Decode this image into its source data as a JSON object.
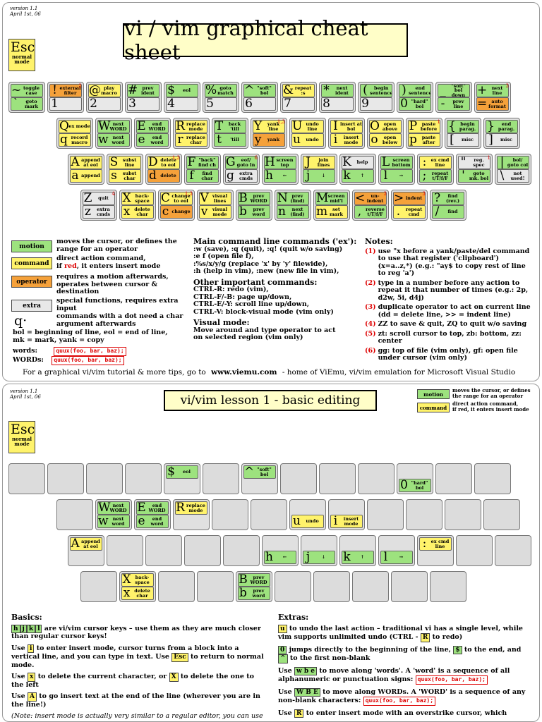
{
  "p1": {
    "version": "version 1.1",
    "date": "April 1st, 06",
    "title": "vi / vim graphical cheat sheet",
    "esc": {
      "char": "Esc",
      "label": "normal mode"
    },
    "number_row": [
      {
        "tc": "~",
        "tl": "toggle case",
        "tcol": "g",
        "bc": "`",
        "bl": "goto mark",
        "bcol": "g"
      },
      {
        "tc": "!",
        "tl": "external filter",
        "tcol": "o",
        "bc": "1",
        "bl": "",
        "bcol": "x",
        "sup": "2"
      },
      {
        "tc": "@",
        "tl": "play macro",
        "tcol": "y",
        "bc": "2",
        "bl": "",
        "bcol": "x"
      },
      {
        "tc": "#",
        "tl": "prev ident",
        "tcol": "g",
        "bc": "3",
        "bl": "",
        "bcol": "x"
      },
      {
        "tc": "$",
        "tl": "eol",
        "tcol": "g",
        "bc": "4",
        "bl": "",
        "bcol": "x"
      },
      {
        "tc": "%",
        "tl": "goto match",
        "tcol": "g",
        "bc": "5",
        "bl": "",
        "bcol": "x"
      },
      {
        "tc": "^",
        "tl": "\"soft\" bol",
        "tcol": "g",
        "bc": "6",
        "bl": "",
        "bcol": "x"
      },
      {
        "tc": "&",
        "tl": "repeat :s",
        "tcol": "y",
        "bc": "7",
        "bl": "",
        "bcol": "x"
      },
      {
        "tc": "*",
        "tl": "next ident",
        "tcol": "g",
        "bc": "8",
        "bl": "",
        "bcol": "x"
      },
      {
        "tc": "(",
        "tl": "begin sentence",
        "tcol": "g",
        "bc": "9",
        "bl": "",
        "bcol": "x"
      },
      {
        "tc": ")",
        "tl": "end sentence",
        "tcol": "g",
        "bc": "0",
        "bl": "\"hard\" bol",
        "bcol": "g"
      },
      {
        "tc": "_",
        "tl": "\"soft\" bol down",
        "tcol": "g",
        "bc": "-",
        "bl": "prev line",
        "bcol": "g"
      },
      {
        "tc": "+",
        "tl": "next line",
        "tcol": "g",
        "bc": "=",
        "bl": "auto format",
        "bcol": "o",
        "sup": "3"
      }
    ],
    "qwerty_row": [
      {
        "tc": "Q",
        "tl": "ex mode",
        "tcol": "y",
        "bc": "q",
        "bl": "record macro",
        "bcol": "y"
      },
      {
        "tc": "W",
        "tl": "next WORD",
        "tcol": "g",
        "bc": "w",
        "bl": "next word",
        "bcol": "g"
      },
      {
        "tc": "E",
        "tl": "end WORD",
        "tcol": "g",
        "bc": "e",
        "bl": "end word",
        "bcol": "g"
      },
      {
        "tc": "R",
        "tl": "replace mode",
        "tcol": "y",
        "bc": "r",
        "bl": "replace char",
        "bcol": "y"
      },
      {
        "tc": "T",
        "tl": "back 'till",
        "tcol": "g",
        "bc": "t",
        "bl": "'till",
        "bcol": "g"
      },
      {
        "tc": "Y",
        "tl": "yank line",
        "tcol": "y",
        "bc": "y",
        "bl": "yank",
        "bcol": "o",
        "sup": "1,3"
      },
      {
        "tc": "U",
        "tl": "undo line",
        "tcol": "y",
        "bc": "u",
        "bl": "undo",
        "bcol": "y"
      },
      {
        "tc": "I",
        "tl": "insert at bol",
        "tcol": "y",
        "bc": "i",
        "bl": "insert mode",
        "bcol": "y"
      },
      {
        "tc": "O",
        "tl": "open above",
        "tcol": "y",
        "bc": "o",
        "bl": "open below",
        "bcol": "y"
      },
      {
        "tc": "P",
        "tl": "paste before",
        "tcol": "y",
        "bc": "p",
        "bl": "paste after",
        "bcol": "y",
        "sup": "1"
      },
      {
        "tc": "{",
        "tl": "begin parag.",
        "tcol": "g",
        "bc": "[",
        "bl": "misc",
        "bcol": "x"
      },
      {
        "tc": "}",
        "tl": "end parag.",
        "tcol": "g",
        "bc": "]",
        "bl": "misc",
        "bcol": "x"
      }
    ],
    "home_row": [
      {
        "tc": "A",
        "tl": "append at eol",
        "tcol": "y",
        "bc": "a",
        "bl": "append",
        "bcol": "y"
      },
      {
        "tc": "S",
        "tl": "subst line",
        "tcol": "y",
        "bc": "s",
        "bl": "subst char",
        "bcol": "y"
      },
      {
        "tc": "D",
        "tl": "delete to eol",
        "tcol": "y",
        "bc": "d",
        "bl": "delete",
        "bcol": "o",
        "sup": "1,3"
      },
      {
        "tc": "F",
        "tl": "\"back\" find ch",
        "tcol": "g",
        "bc": "f",
        "bl": "find char",
        "bcol": "g"
      },
      {
        "tc": "G",
        "tl": "eof/ goto ln",
        "tcol": "g",
        "bc": "g",
        "bl": "extra cmds",
        "bcol": "x",
        "sup": "6"
      },
      {
        "tc": "H",
        "tl": "screen top",
        "tcol": "g",
        "bc": "h",
        "bl": "←",
        "bcol": "g"
      },
      {
        "tc": "J",
        "tl": "join lines",
        "tcol": "y",
        "bc": "j",
        "bl": "↓",
        "bcol": "g"
      },
      {
        "tc": "K",
        "tl": "help",
        "tcol": "x",
        "bc": "k",
        "bl": "↑",
        "bcol": "g"
      },
      {
        "tc": "L",
        "tl": "screen bottom",
        "tcol": "g",
        "bc": "l",
        "bl": "→",
        "bcol": "g"
      },
      {
        "tc": ":",
        "tl": "ex cmd line",
        "tcol": "y",
        "bc": ";",
        "bl": "repeat t/T/f/F",
        "bcol": "g"
      },
      {
        "tc": "\"",
        "tl": "reg. spec",
        "tcol": "x",
        "bc": "'",
        "bl": "goto mk. bol",
        "bcol": "g",
        "sup": "1"
      },
      {
        "tc": "|",
        "tl": "bol/ goto col",
        "tcol": "g",
        "bc": "\\",
        "bl": "not used!",
        "bcol": "x"
      }
    ],
    "bottom_row": [
      {
        "tc": "Z",
        "tl": "quit",
        "tcol": "x",
        "bc": "z",
        "bl": "extra cmds",
        "bcol": "x",
        "sup": "4"
      },
      {
        "tc": "X",
        "tl": "back- space",
        "tcol": "y",
        "bc": "x",
        "bl": "delete char",
        "bcol": "y"
      },
      {
        "tc": "C",
        "tl": "change to eol",
        "tcol": "y",
        "bc": "c",
        "bl": "change",
        "bcol": "o",
        "sup": "1,3"
      },
      {
        "tc": "V",
        "tl": "visual lines",
        "tcol": "y",
        "bc": "v",
        "bl": "visual mode",
        "bcol": "y"
      },
      {
        "tc": "B",
        "tl": "prev WORD",
        "tcol": "g",
        "bc": "b",
        "bl": "prev word",
        "bcol": "g"
      },
      {
        "tc": "N",
        "tl": "prev (find)",
        "tcol": "g",
        "bc": "n",
        "bl": "next (find)",
        "bcol": "g"
      },
      {
        "tc": "M",
        "tl": "screen mid'l",
        "tcol": "g",
        "bc": "m",
        "bl": "set mark",
        "bcol": "y"
      },
      {
        "tc": "<",
        "tl": "un- indent",
        "tcol": "o",
        "bc": ",",
        "bl": "reverse t/T/f/F",
        "bcol": "g",
        "sup": "3"
      },
      {
        "tc": ">",
        "tl": "indent",
        "tcol": "o",
        "bc": ".",
        "bl": "repeat cmd",
        "bcol": "y",
        "sup": "3"
      },
      {
        "tc": "?",
        "tl": "find (rev.)",
        "tcol": "g",
        "bc": "/",
        "bl": "find",
        "bcol": "g"
      }
    ],
    "legend": {
      "motion": "motion",
      "motion_desc": "moves the cursor, or defines the range for an operator",
      "command": "command",
      "command_desc1": "direct action command,",
      "command_desc2_a": "if ",
      "command_desc2_red": "red",
      "command_desc2_b": ", it enters insert mode",
      "operator": "operator",
      "operator_desc": "requires a motion afterwards, operates between cursor & destination",
      "extra": "extra",
      "extra_desc": "special functions, requires extra input",
      "dot_char": "q·",
      "dot_desc": "commands with a dot need a char argument afterwards",
      "bol": "bol = beginning of line, eol = end of line,",
      "mk": "mk = mark, yank = copy",
      "words_label": "words:",
      "words_example": "quux(foo, bar, baz);",
      "WORDs_label": "WORDs:",
      "WORDs_example": "quux(foo, bar, baz);"
    },
    "main_cmds": {
      "title": "Main command line commands ('ex'):",
      "lines": [
        ":w (save), :q (quit), :q! (quit w/o saving)",
        ":e f (open file f),",
        ":%s/x/y/g (replace 'x' by 'y' filewide),",
        ":h (help in vim), :new (new file in vim),"
      ],
      "other_title": "Other important commands:",
      "other_lines": [
        "CTRL-R: redo (vim),",
        "CTRL-F/-B: page up/down,",
        "CTRL-E/-Y: scroll line up/down,",
        "CTRL-V: block-visual mode (vim only)"
      ],
      "visual_title": "Visual mode:",
      "visual_lines": [
        "Move around and type operator to act",
        "on selected region (vim only)"
      ]
    },
    "notes": {
      "title": "Notes:",
      "items": [
        {
          "n": "(1)",
          "t": "use \"x before a yank/paste/del command to use that register ('clipboard') (x=a..z,*) (e.g.: \"ay$ to copy rest of line to reg 'a')"
        },
        {
          "n": "(2)",
          "t": "type in a number before any action to repeat it that number of times (e.g.: 2p, d2w, 5i, d4j)"
        },
        {
          "n": "(3)",
          "t": "duplicate operator to act on current line (dd = delete line, >> = indent line)"
        },
        {
          "n": "(4)",
          "t": "ZZ to save & quit, ZQ to quit w/o saving"
        },
        {
          "n": "(5)",
          "t": "zt: scroll cursor to top, zb: bottom, zz: center"
        },
        {
          "n": "(6)",
          "t": "gg: top of file (vim only), gf: open file under cursor (vim only)"
        }
      ]
    },
    "footer_a": "For a graphical vi/vim tutorial & more tips, go to",
    "footer_url": "www.viemu.com",
    "footer_b": "- home of ViEmu, vi/vim emulation for Microsoft Visual Studio"
  },
  "p2": {
    "version": "version 1.1",
    "date": "April 1st, 06",
    "title": "vi/vim lesson 1 - basic editing",
    "legend_motion": "motion",
    "legend_motion_desc": "moves the cursor, or defines the range for an operator",
    "legend_command": "command",
    "legend_command_desc1": "direct action command,",
    "legend_command_desc2": "if red, it enters insert mode",
    "esc": {
      "char": "Esc",
      "label": "normal mode"
    },
    "keys": {
      "dollar": {
        "c": "$",
        "l": "eol"
      },
      "caret": {
        "c": "^",
        "l": "\"soft\" bol"
      },
      "zero": {
        "c": "0",
        "l": "\"hard\" bol"
      },
      "W": {
        "c": "W",
        "l": "next WORD"
      },
      "w": {
        "c": "w",
        "l": "next word"
      },
      "E": {
        "c": "E",
        "l": "end WORD"
      },
      "e": {
        "c": "e",
        "l": "end word"
      },
      "R": {
        "c": "R",
        "l": "replace mode"
      },
      "u": {
        "c": "u",
        "l": "undo"
      },
      "i": {
        "c": "i",
        "l": "insert mode"
      },
      "A": {
        "c": "A",
        "l": "append at eol"
      },
      "h": {
        "c": "h",
        "l": "←"
      },
      "j": {
        "c": "j",
        "l": "↓"
      },
      "k": {
        "c": "k",
        "l": "↑"
      },
      "l": {
        "c": "l",
        "l": "→"
      },
      "colon": {
        "c": ":",
        "l": "ex cmd line"
      },
      "X": {
        "c": "X",
        "l": "back- space"
      },
      "x": {
        "c": "x",
        "l": "delete char"
      },
      "B": {
        "c": "B",
        "l": "prev WORD"
      },
      "b": {
        "c": "b",
        "l": "prev word"
      }
    },
    "basics": {
      "title": "Basics:",
      "l1_keys": [
        "h",
        "j",
        "k",
        "l"
      ],
      "l1": "are vi/vim cursor keys – use them as they are much closer than regular cursor keys!",
      "l2a": "Use",
      "l2k": "i",
      "l2b": "to enter insert mode, cursor turns from a block into a vertical line, and you can type in text. Use",
      "l2k2": "Esc",
      "l2c": "to return to normal mode.",
      "l3a": "Use",
      "l3k": "x",
      "l3b": "to delete the current character, or",
      "l3k2": "X",
      "l3c": "to delete the one to the left",
      "l4a": "Use",
      "l4k": "A",
      "l4b": "to go insert text at the end of the line (wherever you are in the line!)",
      "note": "(Note: insert mode is actually very similar to a regular editor, you can use"
    },
    "extras": {
      "title": "Extras:",
      "e1k": "u",
      "e1": "to undo the last action – traditional vi has a single level, while vim supports unlimited undo (CTRL -",
      "e1k2": "R",
      "e1b": "to redo)",
      "e2k": "0",
      "e2": "jumps directly to the beginning of the line,",
      "e2k2": "$",
      "e2b": "to the end, and",
      "e2k3": "^",
      "e2c": "to the first non-blank",
      "e3a": "Use",
      "e3k": "w b e",
      "e3b": "to move along 'words'. A 'word' is a sequence of all alphanumeric or punctuation signs:",
      "e3ex": "quux(foo, bar, baz);",
      "e4a": "Use",
      "e4k": "W B E",
      "e4b": "to move along WORDs. A 'WORD' is a sequence of any non-blank characters:",
      "e4ex": "quux(foo, bar, baz);",
      "e5a": "Use",
      "e5k": "R",
      "e5b": "to enter insert mode with an overstrike cursor, which"
    }
  }
}
